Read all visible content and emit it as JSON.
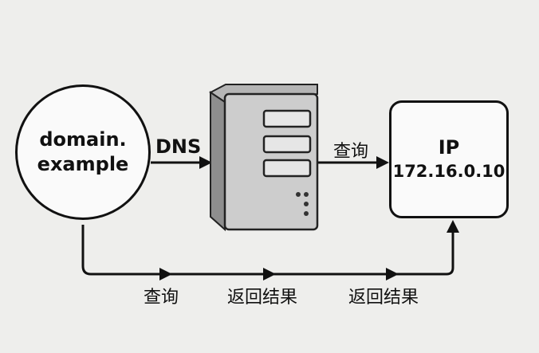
{
  "nodes": {
    "domain": {
      "line1": "domain.",
      "line2": "example"
    },
    "result": {
      "label": "IP",
      "value": "172.16.0.10"
    }
  },
  "edges": {
    "dns_label": "DNS",
    "query_label_top": "查询",
    "query_label_bottom": "查询",
    "return_label_1": "返回结果",
    "return_label_2": "返回结果"
  },
  "icons": {
    "server": "server-tower-icon"
  }
}
